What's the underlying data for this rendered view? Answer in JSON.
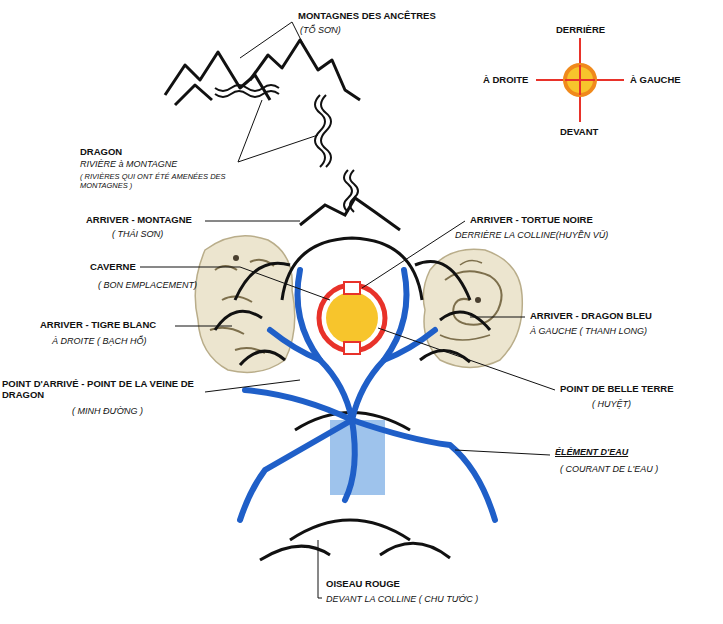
{
  "diagram": {
    "labels": [
      "MONTAGNES DES ANCÊTRES",
      "(TỔ SƠN)",
      "DRAGON",
      "RIVIÈRE à MONTAGNE",
      "( RIVIÈRES QUI ONT ÉTÉ AMENÉES DES MONTAGNES )",
      "ARRIVER - MONTAGNE",
      "( THÁI SƠN)",
      "CAVERNE",
      "( BON EMPLACEMENT)",
      "ARRIVER - TIGRE BLANC",
      "À DROITE ( BẠCH HỔ)",
      "POINT D'ARRIVÉ - POINT DE LA VEINE DE DRAGON",
      "( MINH ĐƯỜNG )",
      "ARRIVER - TORTUE NOIRE",
      "DERRIÈRE LA COLLINE(HUYỀN VŨ)",
      "ARRIVER - DRAGON BLEU",
      "À GAUCHE ( THANH LONG)",
      "POINT DE BELLE TERRE",
      "( HUYỆT)",
      "ÉLÉMENT D'EAU",
      "( COURANT DE L'EAU )",
      "OISEAU ROUGE",
      "DEVANT LA COLLINE ( CHU TƯỚC )",
      "DERRIÈRE",
      "À DROITE",
      "À GAUCHE",
      "DEVANT"
    ]
  }
}
